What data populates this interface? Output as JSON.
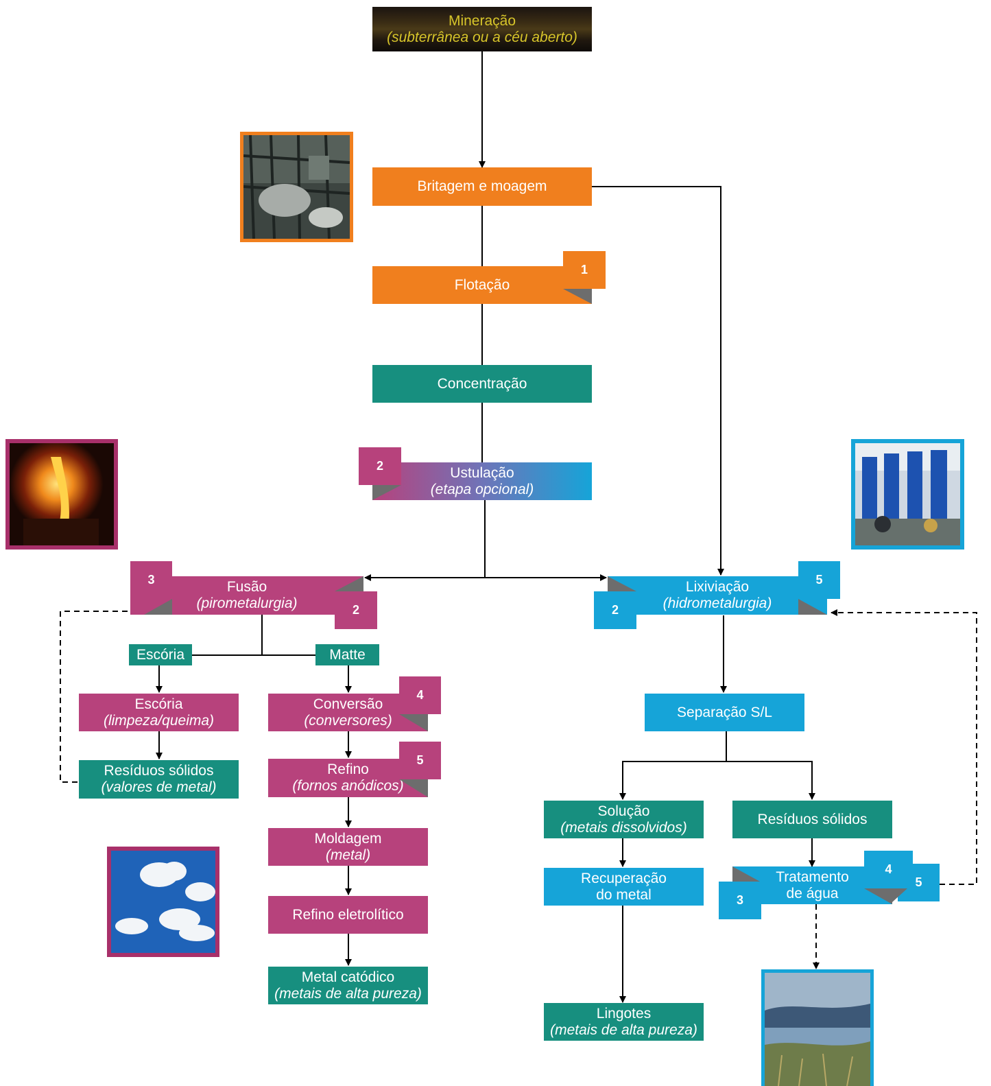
{
  "colors": {
    "orange": "#f07f1e",
    "teal": "#178f7f",
    "magenta": "#b7427c",
    "blue": "#16a4d8",
    "mining_text": "#d7c52a"
  },
  "nodes": {
    "mineracao": {
      "line1": "Mineração",
      "line2": "(subterrânea ou a céu aberto)"
    },
    "britagem": {
      "line1": "Britagem e moagem"
    },
    "flotacao": {
      "line1": "Flotação"
    },
    "concentracao": {
      "line1": "Concentração"
    },
    "ustulacao": {
      "line1": "Ustulação",
      "line2": "(etapa opcional)"
    },
    "fusao": {
      "line1": "Fusão",
      "line2": "(pirometalurgia)"
    },
    "lixiviacao": {
      "line1": "Lixiviação",
      "line2": "(hidrometalurgia)"
    },
    "escoria_tag": {
      "line1": "Escória"
    },
    "matte_tag": {
      "line1": "Matte"
    },
    "escoria": {
      "line1": "Escória",
      "line2": "(limpeza/queima)"
    },
    "residuos_metal": {
      "line1": "Resíduos sólidos",
      "line2": "(valores de metal)"
    },
    "conversao": {
      "line1": "Conversão",
      "line2": "(conversores)"
    },
    "refino": {
      "line1": "Refino",
      "line2": "(fornos anódicos)"
    },
    "moldagem": {
      "line1": "Moldagem",
      "line2": "(metal)"
    },
    "refino_eletrolitico": {
      "line1": "Refino eletrolítico"
    },
    "metal_catodico": {
      "line1": "Metal catódico",
      "line2": "(metais de alta pureza)"
    },
    "separacao": {
      "line1": "Separação S/L"
    },
    "solucao": {
      "line1": "Solução",
      "line2": "(metais dissolvidos)"
    },
    "residuos_solidos": {
      "line1": "Resíduos sólidos"
    },
    "recuperacao": {
      "line1": "Recuperação",
      "line2": "do metal"
    },
    "tratamento": {
      "line1": "Tratamento",
      "line2": "de água"
    },
    "lingotes": {
      "line1": "Lingotes",
      "line2": "(metais de alta pureza)"
    }
  },
  "badges": {
    "flotacao": "1",
    "ustulacao": "2",
    "fusao_left": "3",
    "fusao_right": "2",
    "lixiviacao_left": "2",
    "lixiviacao_right": "5",
    "conversao": "4",
    "refino": "5",
    "tratamento_left": "3",
    "tratamento_mid": "4",
    "tratamento_right": "5"
  },
  "photos": {
    "crushing": "industrial-crushing-plant-photo",
    "smelting": "molten-metal-furnace-photo",
    "hydro_plant": "blue-hydrometallurgy-plant-photo",
    "sky": "cloudy-sky-photo",
    "lake": "lake-landscape-photo"
  }
}
